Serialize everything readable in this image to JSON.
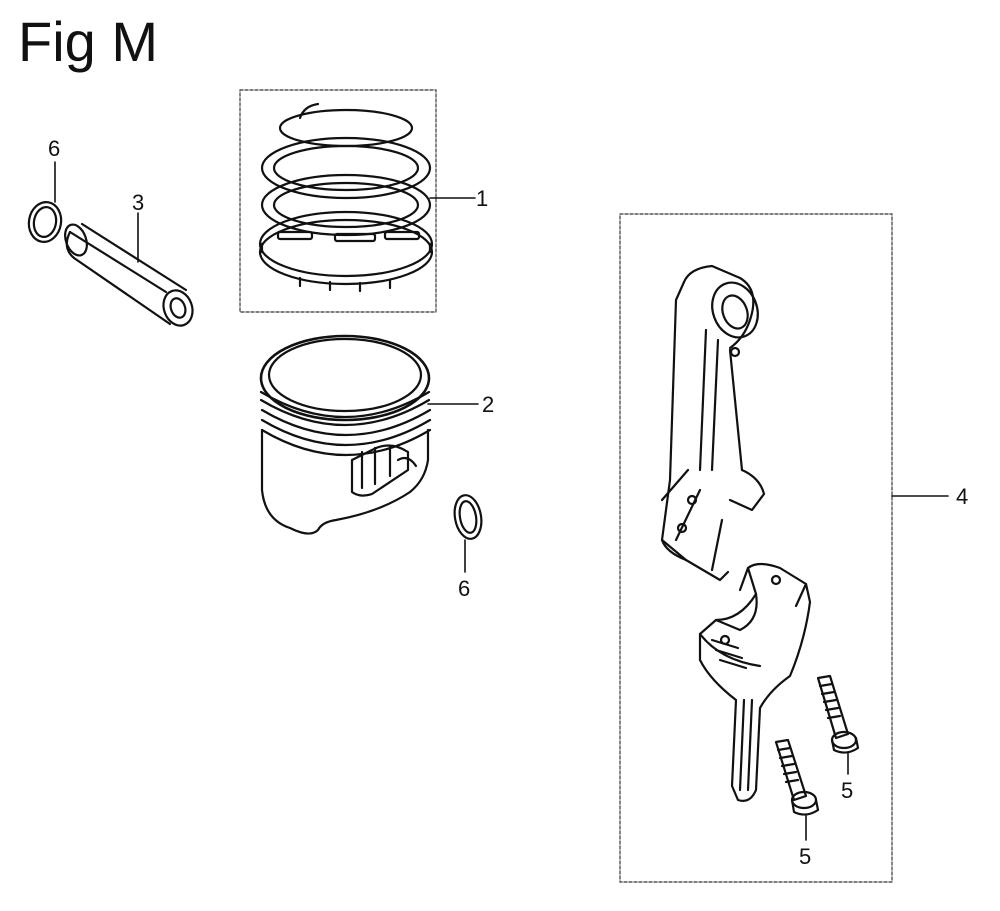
{
  "title": "Fig M",
  "callouts": {
    "c1": "1",
    "c2": "2",
    "c3": "3",
    "c4": "4",
    "c5a": "5",
    "c5b": "5",
    "c6a": "6",
    "c6b": "6"
  },
  "colors": {
    "ink": "#111111",
    "dash": "#555555"
  }
}
